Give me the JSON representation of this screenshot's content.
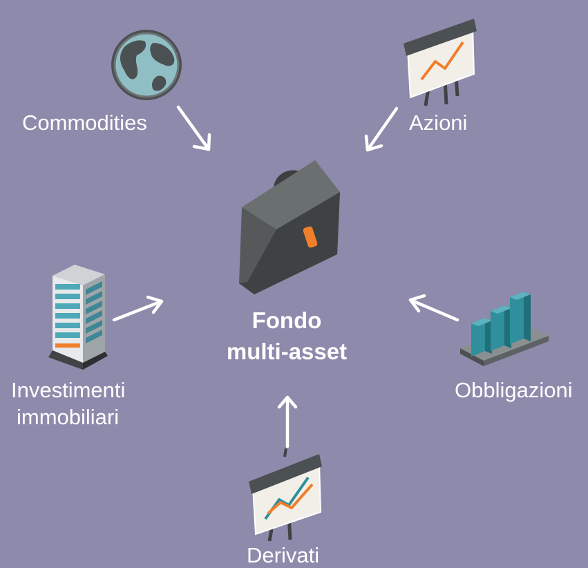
{
  "center": {
    "line1": "Fondo",
    "line2": "multi-asset"
  },
  "nodes": {
    "commodities": "Commodities",
    "azioni": "Azioni",
    "investimenti_line1": "Investimenti",
    "investimenti_line2": "immobiliari",
    "obbligazioni": "Obbligazioni",
    "derivati": "Derivati"
  },
  "colors": {
    "background": "#8e8aab",
    "text": "#ffffff",
    "briefcase": "#55595a",
    "accent_orange": "#f07f2c",
    "teal": "#2f8f9c"
  },
  "icons": {
    "commodities": "globe-icon",
    "azioni": "chart-easel-icon",
    "investimenti": "building-icon",
    "obbligazioni": "bar-blocks-icon",
    "derivati": "dual-line-chart-easel-icon",
    "center": "briefcase-icon"
  }
}
